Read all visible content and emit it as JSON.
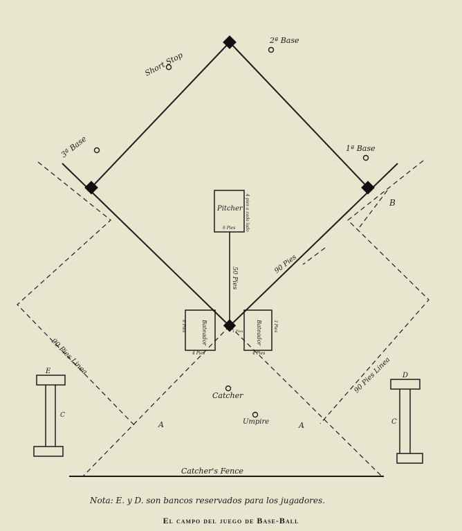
{
  "labels": {
    "second_base": "2ª Base",
    "short_stop": "Short Stop",
    "third_base": "3ª Base",
    "first_base": "1ª Base",
    "b_marker": "B",
    "pitcher": "Pitcher",
    "pitcher_side": "4 pies a cada lado",
    "pitcher_bottom": "6 Pies",
    "pitch_distance": "50 Pies",
    "first_line": "90 Pies",
    "bat_left": "Bateador",
    "bat_right": "Bateador",
    "bat_left_side": "6 Pies",
    "bat_right_side": "3 Pies",
    "bat_left_bottom": "4 Pies",
    "bat_right_bottom": "4 Pies",
    "plate_note": "1 Pies",
    "left_foul_distance": "90 Pies Linea",
    "right_foul_distance": "90 Pies Linea",
    "catcher": "Catcher",
    "umpire": "Umpire",
    "area_a_left": "A",
    "area_a_right": "A",
    "bench_e_top": "E",
    "bench_e_side": "C",
    "bench_d_top": "D",
    "bench_d_side": "C",
    "catchers_fence": "Catcher's Fence"
  },
  "note": "Nota: E. y D. son bancos reservados para los jugadores.",
  "caption": "El campo del juego de Base-Ball"
}
